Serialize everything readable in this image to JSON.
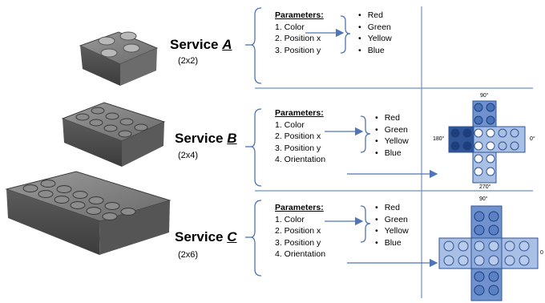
{
  "services": [
    {
      "prefix": "Service ",
      "letter": "A",
      "dim": "(2x2)",
      "params_header": "Parameters:",
      "params": [
        "1.  Color",
        "2.  Position x",
        "3.  Position y"
      ],
      "colors": [
        "Red",
        "Green",
        "Yellow",
        "Blue"
      ]
    },
    {
      "prefix": "Service ",
      "letter": "B",
      "dim": "(2x4)",
      "params_header": "Parameters:",
      "params": [
        "1.  Color",
        "2.  Position x",
        "3.  Position y",
        "4.  Orientation"
      ],
      "colors": [
        "Red",
        "Green",
        "Yellow",
        "Blue"
      ]
    },
    {
      "prefix": "Service ",
      "letter": "C",
      "dim": "(2x6)",
      "params_header": "Parameters:",
      "params": [
        "1.  Color",
        "2.  Position x",
        "3.  Position y",
        "4.  Orientation"
      ],
      "colors": [
        "Red",
        "Green",
        "Yellow",
        "Blue"
      ]
    }
  ],
  "orientation_b": {
    "top": "90°",
    "left": "180°",
    "right": "0°",
    "bottom": "270°"
  },
  "orientation_c": {
    "top": "90°",
    "right": "0"
  },
  "colors": {
    "brick": "#6d6d6d",
    "brick_dark": "#4a4a4a",
    "blue_light": "#a9c0e4",
    "blue_mid": "#6f92cf",
    "blue_dark": "#2f5597",
    "line": "#5b7fc0"
  }
}
